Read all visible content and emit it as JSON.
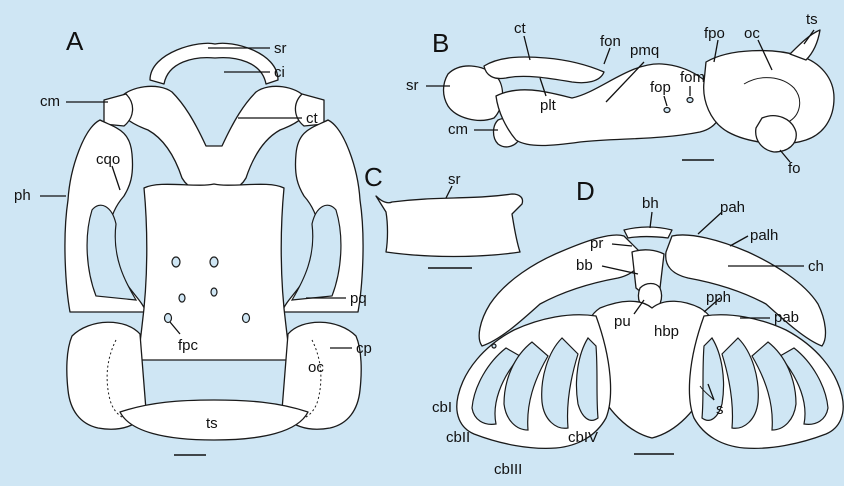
{
  "colors": {
    "background": "#cfe6f4",
    "bone_fill": "#ffffff",
    "outline": "#1a1a1a"
  },
  "panels": {
    "A": {
      "letter": "A",
      "labels": {
        "sr": "sr",
        "ci": "ci",
        "cm": "cm",
        "ct": "ct",
        "cqo": "cqo",
        "ph": "ph",
        "pq": "pq",
        "fpc": "fpc",
        "cp": "cp",
        "oc": "oc",
        "ts": "ts"
      }
    },
    "B": {
      "letter": "B",
      "labels": {
        "ct": "ct",
        "fon": "fon",
        "pmq": "pmq",
        "fpo": "fpo",
        "oc": "oc",
        "ts": "ts",
        "sr": "sr",
        "fop": "fop",
        "fom": "fom",
        "plt": "plt",
        "cm": "cm",
        "fo": "fo"
      }
    },
    "C": {
      "letter": "C",
      "labels": {
        "sr": "sr"
      }
    },
    "D": {
      "letter": "D",
      "labels": {
        "bh": "bh",
        "pah": "pah",
        "palh": "palh",
        "pr": "pr",
        "ch": "ch",
        "bb": "bb",
        "pph": "pph",
        "pu": "pu",
        "hbp": "hbp",
        "pab": "pab",
        "cbI": "cbI",
        "s": "s",
        "cbII": "cbII",
        "cbIV": "cbIV",
        "cbIII": "cbIII"
      }
    }
  }
}
